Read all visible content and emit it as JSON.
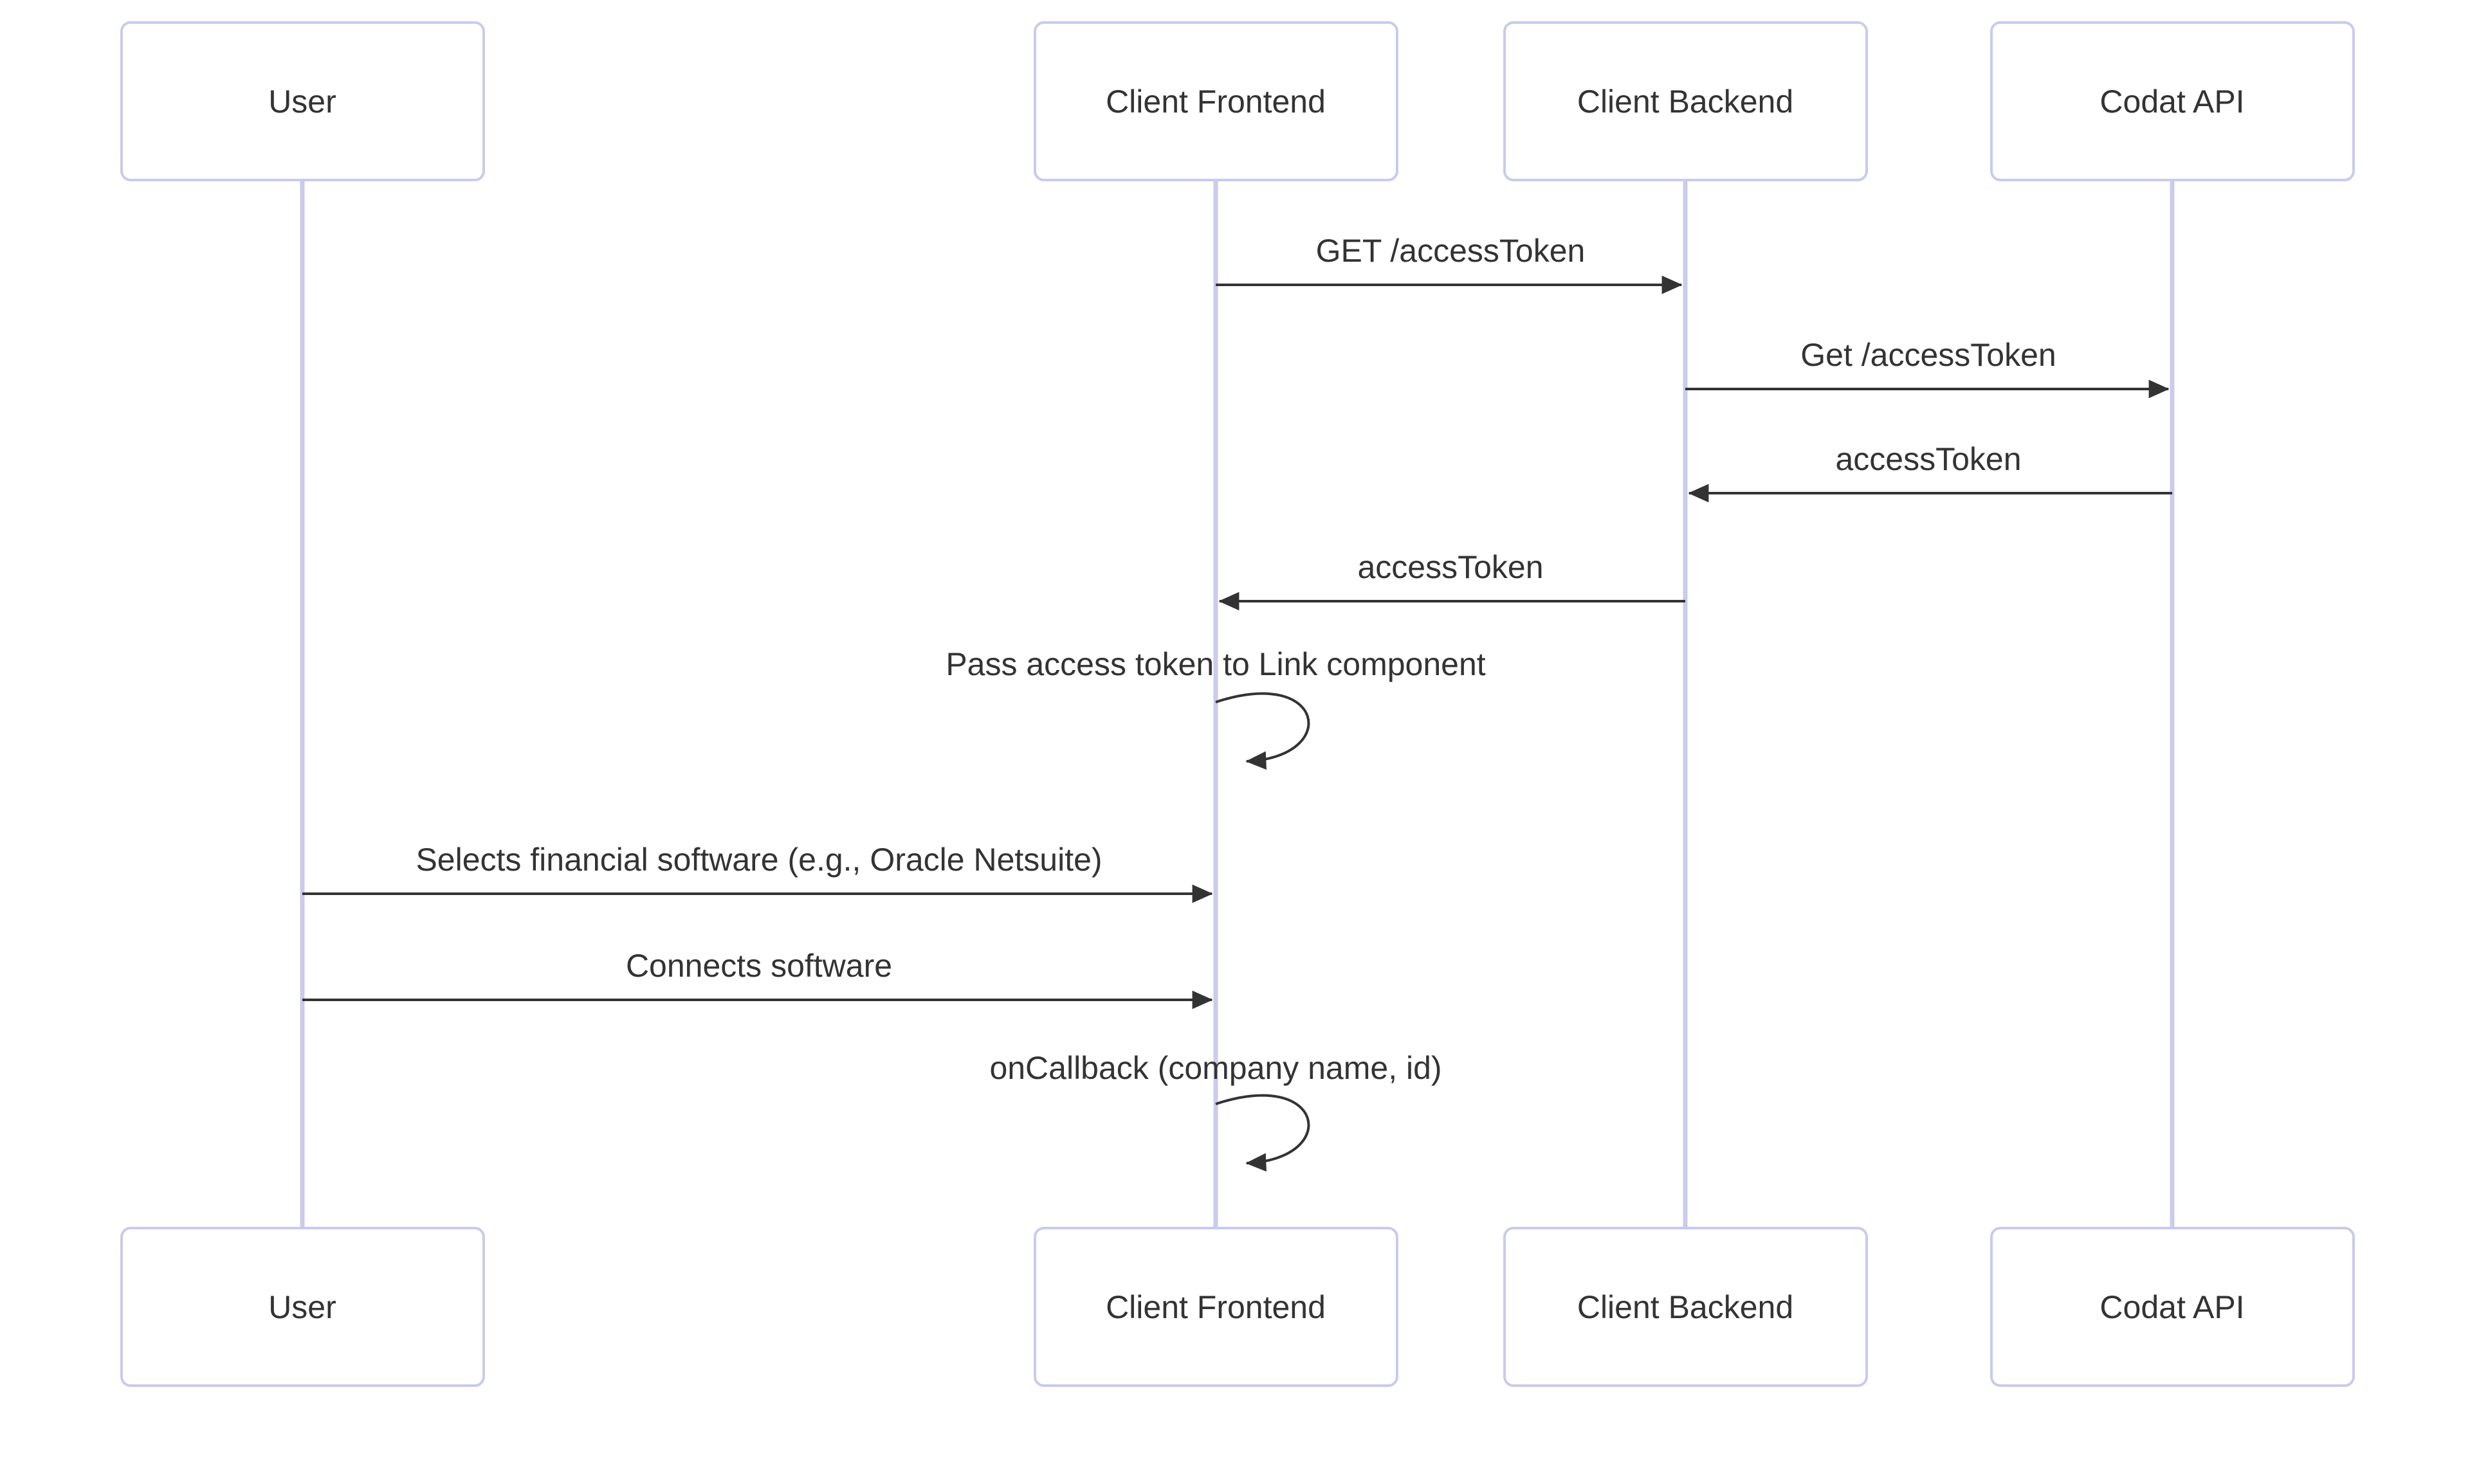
{
  "diagram": {
    "type": "sequence-diagram",
    "actors": [
      {
        "name": "User"
      },
      {
        "name": "Client Frontend"
      },
      {
        "name": "Client Backend"
      },
      {
        "name": "Codat API"
      }
    ],
    "messages": [
      {
        "from": "Client Frontend",
        "to": "Client Backend",
        "label": "GET /accessToken",
        "style": "solid-arrow"
      },
      {
        "from": "Client Backend",
        "to": "Codat API",
        "label": "Get /accessToken",
        "style": "solid-arrow"
      },
      {
        "from": "Codat API",
        "to": "Client Backend",
        "label": "accessToken",
        "style": "solid-arrow"
      },
      {
        "from": "Client Backend",
        "to": "Client Frontend",
        "label": "accessToken",
        "style": "solid-arrow"
      },
      {
        "from": "Client Frontend",
        "to": "Client Frontend",
        "label": "Pass access token to Link component",
        "style": "self-loop"
      },
      {
        "from": "User",
        "to": "Client Frontend",
        "label": "Selects financial software (e.g., Oracle Netsuite)",
        "style": "solid-arrow"
      },
      {
        "from": "User",
        "to": "Client Frontend",
        "label": "Connects software",
        "style": "solid-arrow"
      },
      {
        "from": "Client Frontend",
        "to": "Client Frontend",
        "label": "onCallback (company name, id)",
        "style": "self-loop"
      }
    ],
    "colors": {
      "background": "#ffffff",
      "actor_border": "#c9cbec",
      "actor_fill": "#ffffff",
      "lifeline": "#cacbec",
      "message": "#333333",
      "text": "#333333"
    }
  }
}
